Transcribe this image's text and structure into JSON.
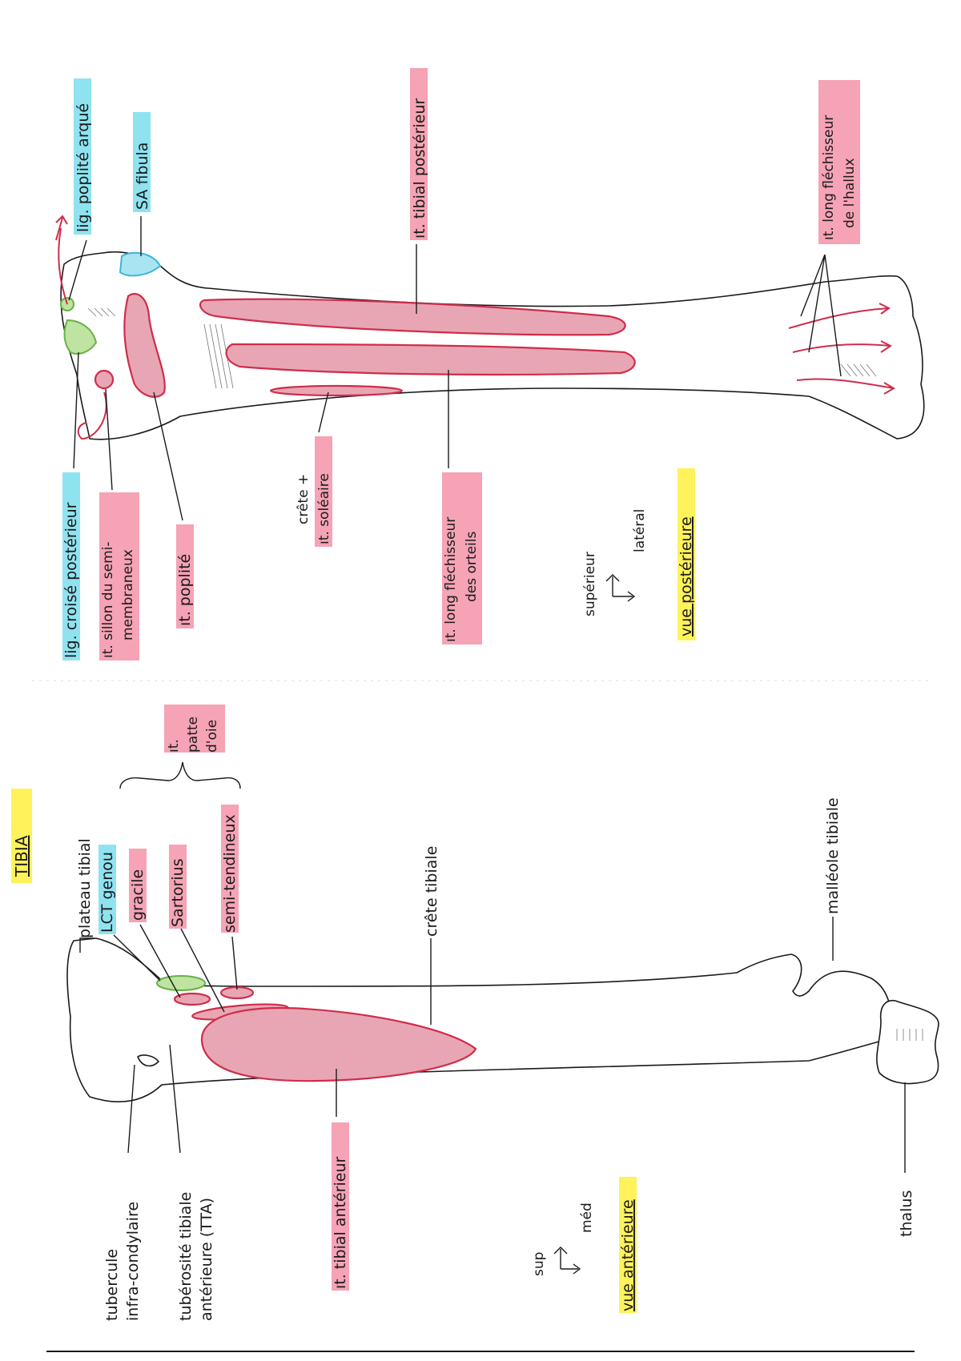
{
  "colors": {
    "insertion_fill": "#e8a6b4",
    "insertion_stroke": "#cf2d4a",
    "ligament_green": "#bfe3a0",
    "highlight_cyan": "#8fe3f0",
    "highlight_pink": "#f5a3b5",
    "highlight_yellow": "#fff25a",
    "ink": "#1a1a1a"
  },
  "title": "TIBIA",
  "anterior": {
    "view_label": "vue antérieure",
    "orientation": {
      "up": "sup",
      "right": "méd"
    },
    "labels": {
      "plateau": "plateau tibial",
      "lct": "LCT genou",
      "gracile": "gracile",
      "sartorius": "Sartorius",
      "semitend": "semi-tendineux",
      "patte_1": "ıt.",
      "patte_2": "patte",
      "patte_3": "d'oie",
      "crete": "crête tibiale",
      "malleole": "malléole tibiale",
      "tubercule_1": "tubercule",
      "tubercule_2": "infra-condylaire",
      "tta_1": "tubérosité tibiale",
      "tta_2": "antérieure (TTA)",
      "tibial_ant": "ıt. tibial antérieur",
      "talus": "thalus"
    }
  },
  "posterior": {
    "view_label": "vue postérieure",
    "orientation": {
      "up": "supérieur",
      "right": "latéral"
    },
    "labels": {
      "lig_arque": "lig. poplité arqué",
      "sa_fibula": "SA fibula",
      "tibial_post": "ıt. tibial postérieur",
      "long_flech_hallux_1": "ıt. long fléchisseur",
      "long_flech_hallux_2": "de l'hallux",
      "lig_croise": "lig. croisé postérieur",
      "sillon_1": "ıt. sillon du semi-",
      "sillon_2": "membraneux",
      "poplite": "ıt. poplité",
      "crete_soleaire_1": "crête +",
      "crete_soleaire_2": "ıt. soléaire",
      "long_flech_orteils_1": "ıt. long fléchisseur",
      "long_flech_orteils_2": "des orteils"
    }
  }
}
